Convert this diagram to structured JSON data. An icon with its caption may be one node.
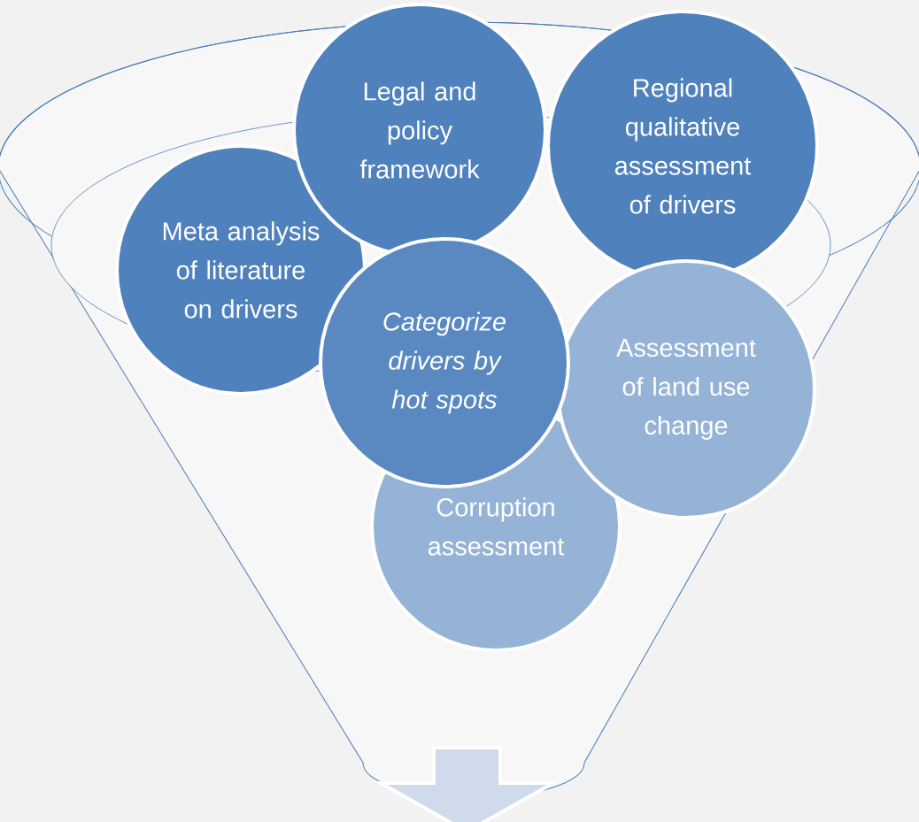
{
  "diagram": {
    "nodes": [
      {
        "text": [
          "Legal and policy framework"
        ]
      },
      {
        "text": [
          "Regional qualitative assessment of drivers"
        ]
      },
      {
        "text": [
          "Meta analysis of literature on drivers"
        ]
      },
      {
        "text": [
          "Categorize drivers by hot spots"
        ]
      },
      {
        "text": [
          "Assessment of land use change"
        ]
      },
      {
        "text": [
          "Corruption assessment"
        ]
      }
    ]
  }
}
